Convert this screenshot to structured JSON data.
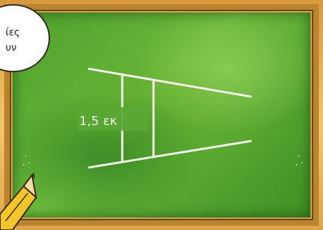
{
  "speech_bubble": {
    "line_1": "ίες",
    "line_2": "υν"
  },
  "chalkboard": {
    "measurement_label": "1,5 εκ",
    "colors": {
      "board": "#5aa834",
      "chalk": "#f4f7ee",
      "frame": "#b9852f"
    }
  },
  "icons": {
    "pencil": "pencil-icon"
  }
}
